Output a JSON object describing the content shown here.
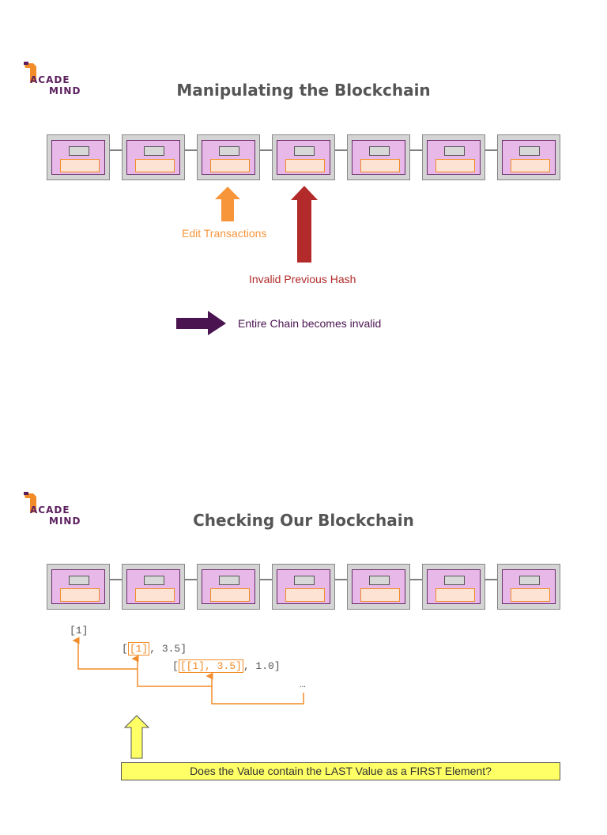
{
  "colors": {
    "brand_purple": "#5b1f5e",
    "brand_orange": "#f28c28",
    "block_outer": "#d4d4d4",
    "block_inner": "#e8b8e8",
    "block_data": "#fde3d4",
    "edit_arrow": "#f7953b",
    "invalid_arrow": "#b22a2a",
    "chain_arrow": "#4a1450",
    "question_bg": "#ffff66"
  },
  "logo": {
    "line1": "ACADE",
    "line2": "MIND"
  },
  "slide1": {
    "title": "Manipulating the Blockchain",
    "edit_label": "Edit Transactions",
    "invalid_label": "Invalid Previous Hash",
    "chain_label": "Entire Chain becomes invalid"
  },
  "slide2": {
    "title": "Checking Our Blockchain",
    "item1": "[1]",
    "item2_open": "[",
    "item2_hl": "[1]",
    "item2_rest": ", 3.5]",
    "item3_open": "[",
    "item3_hl": "[[1], 3.5]",
    "item3_rest": ", 1.0]",
    "ellipsis": "…",
    "question": "Does the Value contain the LAST Value as a FIRST Element?"
  }
}
